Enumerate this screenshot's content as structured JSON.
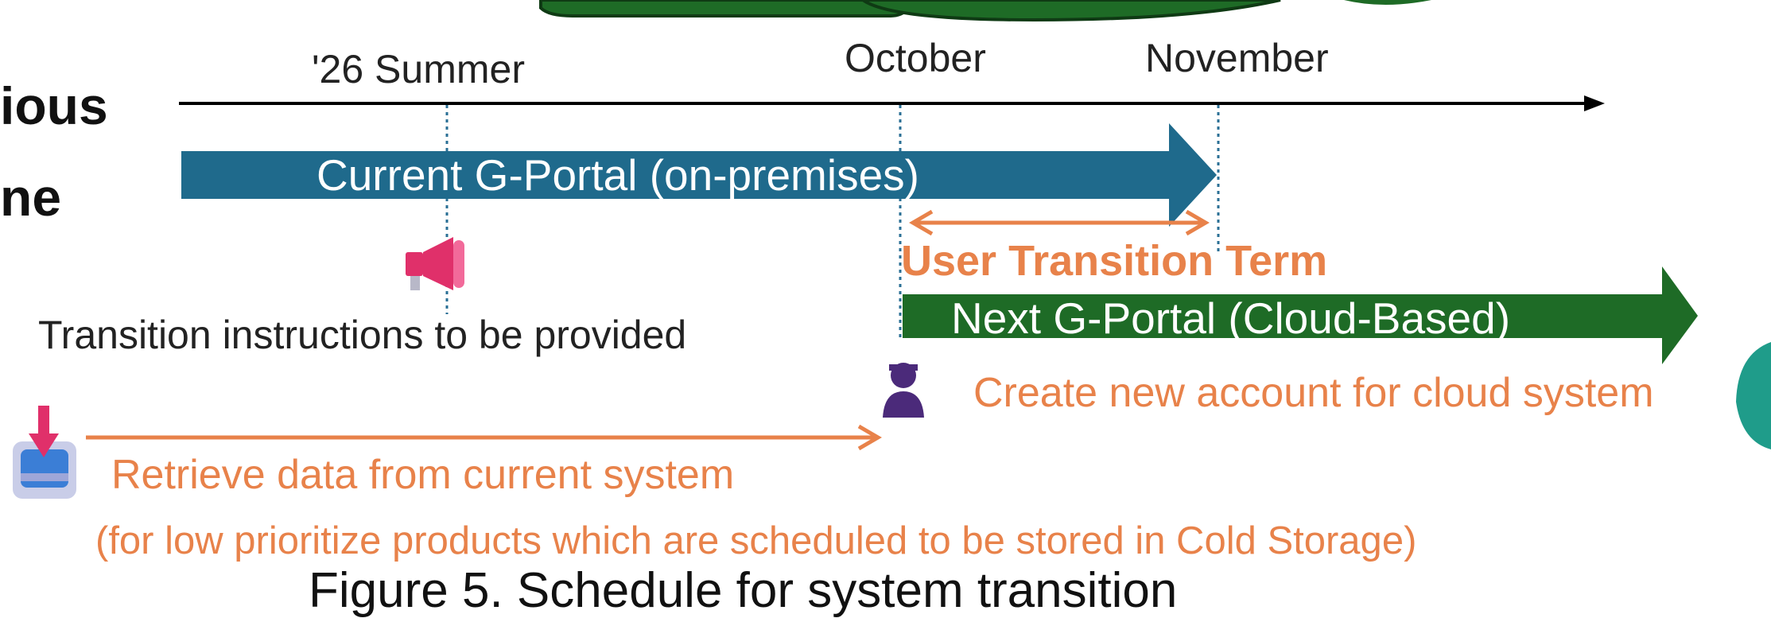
{
  "colors": {
    "blue_bar": "#1f6a8c",
    "green_bar": "#1e6b26",
    "orange": "#e8824a",
    "timeline": "#000000",
    "purple": "#4b2a7a",
    "megaphone": "#e0306a"
  },
  "cut_off_text": {
    "line1": "ious",
    "line2": "ne"
  },
  "timeline": {
    "labels": {
      "summer": "'26  Summer",
      "october": "October",
      "november": "November"
    }
  },
  "bars": {
    "current": {
      "label": "Current G-Portal (on-premises)"
    },
    "next": {
      "label": "Next G-Portal (Cloud-Based)"
    }
  },
  "transition_term": {
    "label": "User Transition Term"
  },
  "instructions": {
    "icon": "megaphone-icon",
    "text": "Transition instructions to be provided"
  },
  "create_account": {
    "icon": "user-icon",
    "text": "Create new account for cloud system"
  },
  "retrieve": {
    "icon": "download-tray-icon",
    "line1": "Retrieve data from current system",
    "line2": "(for low prioritize products which are scheduled to be stored in Cold Storage)"
  },
  "caption": "Figure 5. Schedule for system transition"
}
